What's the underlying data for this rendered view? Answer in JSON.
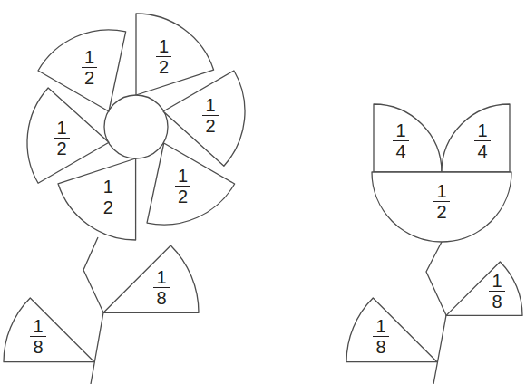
{
  "diagram": {
    "nodes": [
      {
        "text": [
          "1",
          "2"
        ]
      },
      {
        "text": [
          "1",
          "2"
        ]
      },
      {
        "text": [
          "1",
          "2"
        ]
      },
      {
        "text": [
          "1",
          "2"
        ]
      },
      {
        "text": [
          "1",
          "2"
        ]
      },
      {
        "text": [
          "1",
          "2"
        ]
      },
      {
        "text": [
          "1",
          "8"
        ]
      },
      {
        "text": [
          "1",
          "8"
        ]
      },
      {
        "text": [
          "1",
          "4"
        ]
      },
      {
        "text": [
          "1",
          "4"
        ]
      },
      {
        "text": [
          "1",
          "2"
        ]
      },
      {
        "text": [
          "1",
          "8"
        ]
      },
      {
        "text": [
          "1",
          "8"
        ]
      }
    ]
  }
}
